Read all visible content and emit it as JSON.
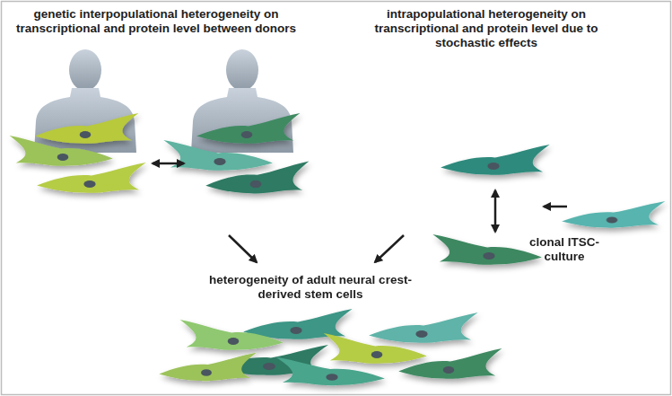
{
  "diagram": {
    "labels": [
      "genetic interpopulational heterogeneity on transcriptional and protein level between donors",
      "intrapopulational heterogeneity on transcriptional and protein level due to stochastic effects",
      "clonal ITSC-culture",
      "heterogeneity of adult neural crest-derived stem cells"
    ]
  }
}
